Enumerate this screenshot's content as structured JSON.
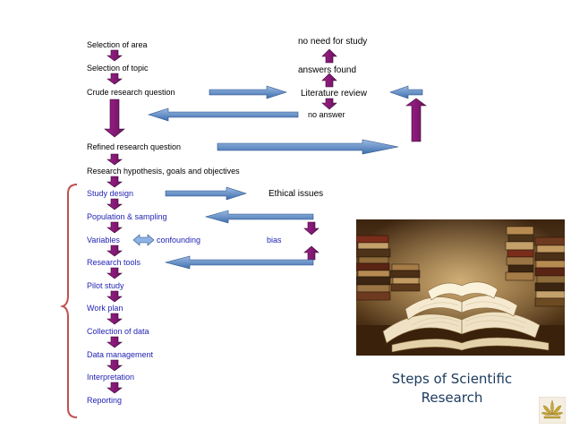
{
  "steps": {
    "selection_area": "Selection of area",
    "selection_topic": "Selection of topic",
    "crude_question": "Crude research question",
    "refined_question": "Refined research question",
    "hypothesis": "Research hypothesis, goals and objectives",
    "study_design": "Study design",
    "population": "Population & sampling",
    "variables": "Variables",
    "research_tools": "Research tools",
    "pilot_study": "Pilot study",
    "work_plan": "Work plan",
    "collection": "Collection of data",
    "data_management": "Data management",
    "interpretation": "Interpretation",
    "reporting": "Reporting"
  },
  "side": {
    "no_need": "no need for study",
    "answers_found": "answers found",
    "literature_review": "Literature review",
    "no_answer": "no answer",
    "ethical": "Ethical issues",
    "confounding": "confounding",
    "bias": "bias"
  },
  "slide_title": [
    "Steps of Scientific",
    "Research"
  ],
  "colors": {
    "purple_arrow": "#8b1a7a",
    "blue_arrow": "#4f81bd",
    "blue_text": "#1f1fb3",
    "brace": "#c0504d",
    "title": "#1b3a5c"
  }
}
